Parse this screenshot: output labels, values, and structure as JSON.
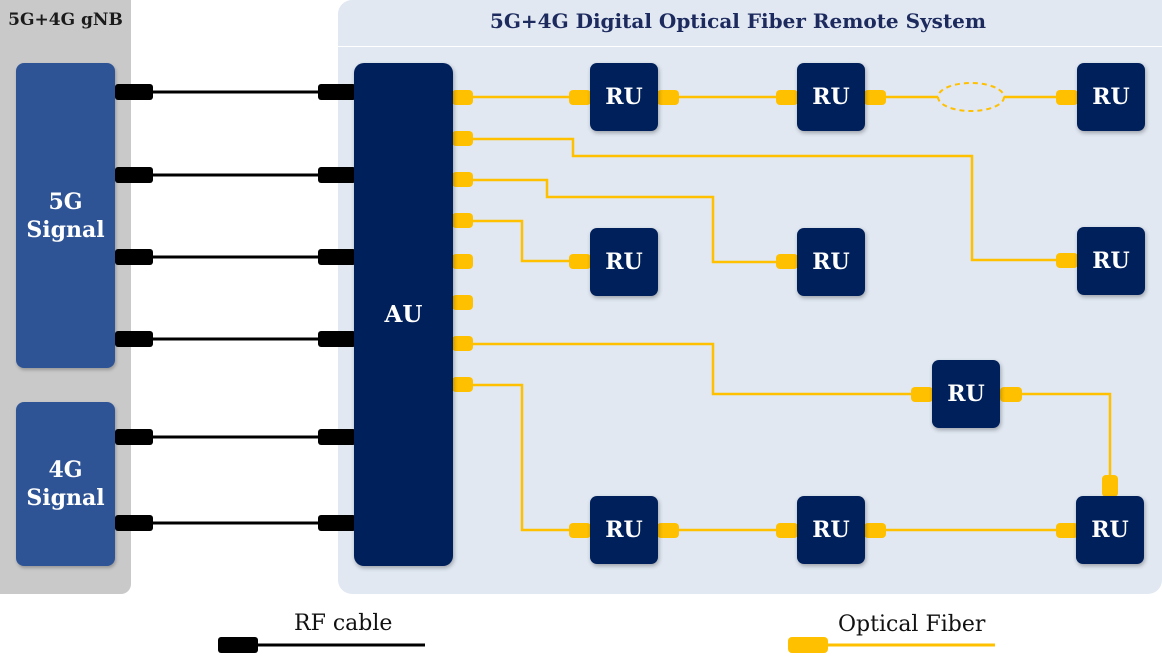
{
  "gnb": {
    "title": "5G+4G gNB",
    "signal_5g": [
      "5G",
      "Signal"
    ],
    "signal_4g": [
      "4G",
      "Signal"
    ]
  },
  "system": {
    "title": "5G+4G Digital Optical Fiber Remote System",
    "au_label": "AU",
    "ru_label": "RU"
  },
  "legend": {
    "rf_label": "RF cable",
    "fiber_label": "Optical Fiber"
  },
  "colors": {
    "gnb_panel": "#c9c9c9",
    "system_panel": "#e1e8f2",
    "signal_box": "#2f5496",
    "unit_box": "#00205b",
    "rf_cable": "#000000",
    "optical_fiber": "#ffc000"
  }
}
